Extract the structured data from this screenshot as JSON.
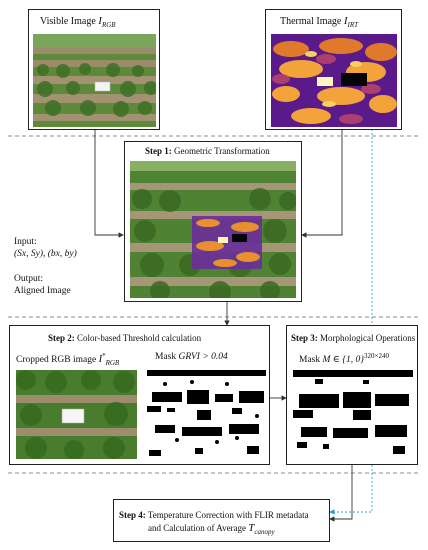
{
  "top": {
    "visible_label": "Visible Image",
    "visible_sym": "I",
    "visible_sub": "RGB",
    "thermal_label": "Thermal Image",
    "thermal_sym": "I",
    "thermal_sub": "IRT"
  },
  "step1": {
    "num": "Step 1:",
    "title": "Geometric Transformation",
    "input_label": "Input:",
    "input_params": "(S",
    "input_params_full": "(Sx, Sy), (bx, by)",
    "output_label": "Output:",
    "output_value": "Aligned Image"
  },
  "step2": {
    "num": "Step 2:",
    "title": "Color-based Threshold calculation",
    "cropped_label": "Cropped RGB image",
    "cropped_sym": "I",
    "cropped_sub": "RGB",
    "cropped_sup": "*",
    "mask_label": "Mask",
    "mask_expr": "GRVI > 0.04"
  },
  "step3": {
    "num": "Step 3:",
    "title": "Morphological Operations",
    "mask_label": "Mask",
    "mask_expr": "M ∈ {1, 0}",
    "mask_sup": "320×240"
  },
  "step4": {
    "num": "Step 4:",
    "line1": "Temperature Correction with FLIR metadata",
    "line2": "and Calculation of Average",
    "sym": "T",
    "sub": "canopy"
  },
  "colors": {
    "connector": "#333333",
    "dashed_separator": "#666666",
    "blue_connector": "#2a9fd6",
    "box_border": "#222222"
  },
  "icons": [
    "arrow-icon"
  ]
}
